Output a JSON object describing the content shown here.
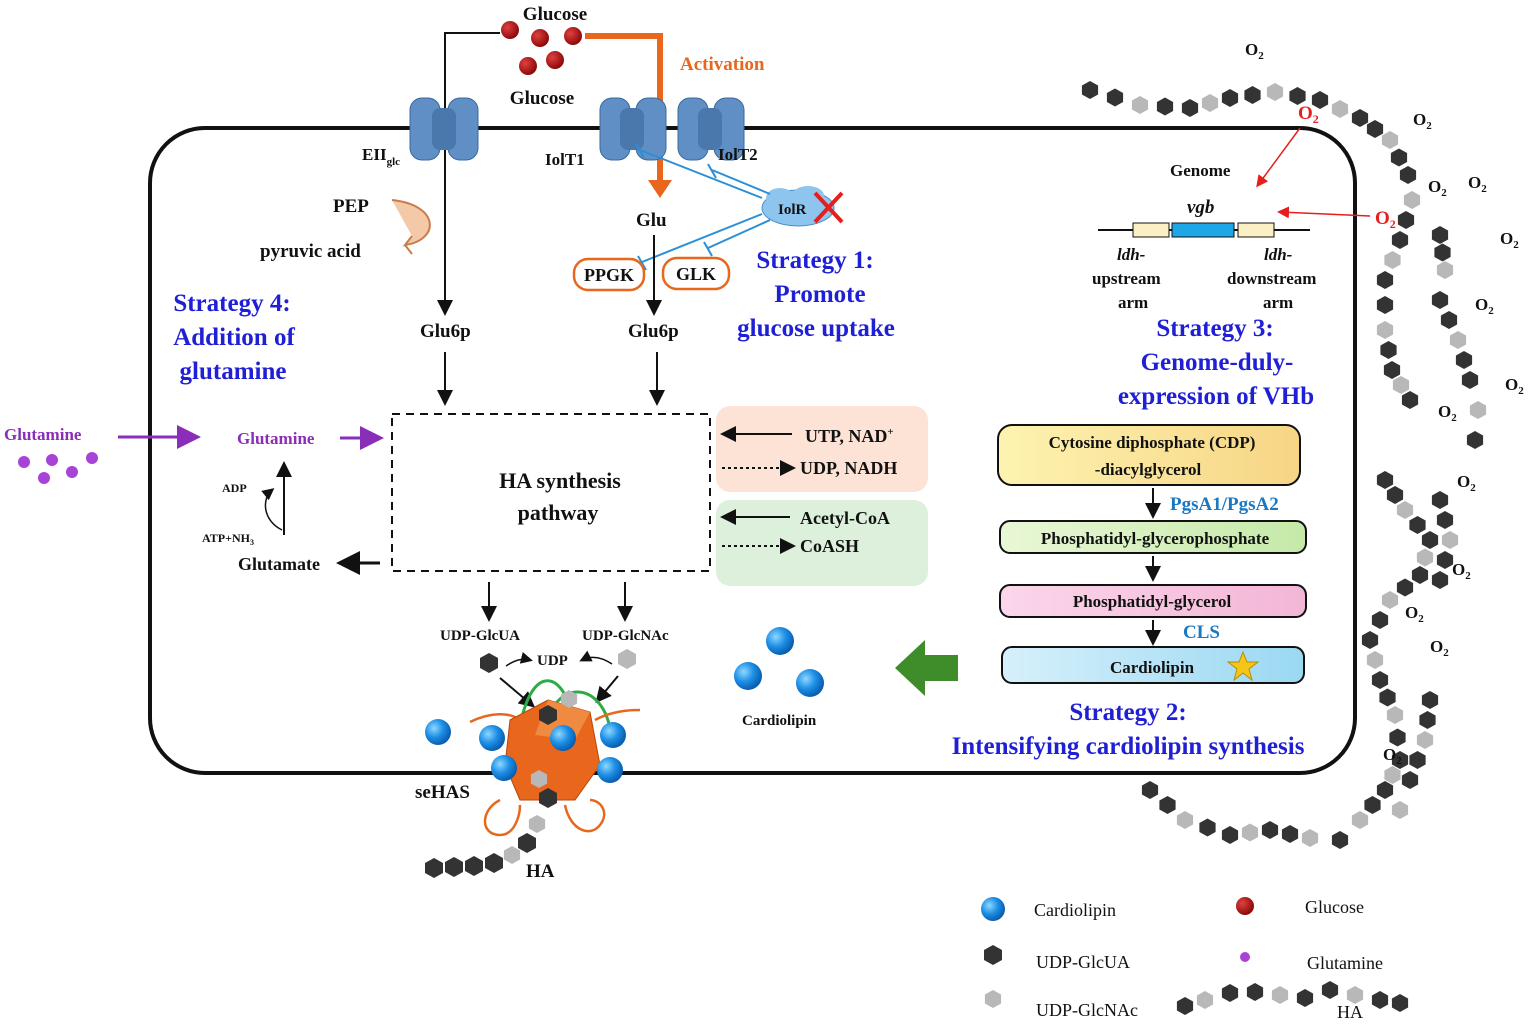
{
  "labels": {
    "glucose_top": "Glucose",
    "glucose_below": "Glucose",
    "activation": "Activation",
    "eii": "EII",
    "eii_sub": "glc",
    "iolt1": "IolT1",
    "iolt2": "IolT2",
    "iolr": "IolR",
    "pep": "PEP",
    "pyruvic": "pyruvic acid",
    "glu": "Glu",
    "ppgk": "PPGK",
    "glk": "GLK",
    "glu6p_left": "Glu6p",
    "glu6p_right": "Glu6p",
    "glutamine_ext": "Glutamine",
    "glutamine_int": "Glutamine",
    "adp": "ADP",
    "atp": "ATP+NH",
    "atp_sub": "3",
    "glutamate": "Glutamate",
    "ha_path_1": "HA synthesis",
    "ha_path_2": "pathway",
    "utp": "UTP, NAD",
    "utp_sup": "+",
    "udp_nadh": "UDP, NADH",
    "acetyl": "Acetyl-CoA",
    "coash": "CoASH",
    "udp_glcua": "UDP-GlcUA",
    "udp_glcnac": "UDP-GlcNAc",
    "udp": "UDP",
    "sehas": "seHAS",
    "ha": "HA",
    "cardiolipin_cell": "Cardiolipin",
    "genome": "Genome",
    "vgb": "vgb",
    "ldh_up_1": "ldh-",
    "ldh_up_2": "upstream",
    "ldh_up_3": "arm",
    "ldh_down_1": "ldh-",
    "ldh_down_2": "downstream",
    "ldh_down_3": "arm",
    "cdp_1": "Cytosine diphosphate (CDP)",
    "cdp_2": "-diacylglycerol",
    "pgsa": "PgsA1/PgsA2",
    "pgp": "Phosphatidyl-glycerophosphate",
    "pg": "Phosphatidyl-glycerol",
    "cls": "CLS",
    "cardiolipin_box": "Cardiolipin",
    "o2": "O",
    "o2_sub": "2"
  },
  "strategies": {
    "s1_1": "Strategy 1:",
    "s1_2": "Promote",
    "s1_3": "glucose uptake",
    "s2_1": "Strategy 2:",
    "s2_2": "Intensifying cardiolipin synthesis",
    "s3_1": "Strategy 3:",
    "s3_2": "Genome-duly-",
    "s3_3": "expression of VHb",
    "s4_1": "Strategy 4:",
    "s4_2": "Addition of",
    "s4_3": "glutamine"
  },
  "legend": {
    "cardiolipin": "Cardiolipin",
    "glucose": "Glucose",
    "udp_glcua": "UDP-GlcUA",
    "glutamine": "Glutamine",
    "udp_glcnac": "UDP-GlcNAc",
    "ha": "HA"
  },
  "colors": {
    "strategy_text": "#1f1fd6",
    "enzyme_text": "#1a78c2",
    "glutamine": "#8a2db8",
    "glucose": "#b01515",
    "activation": "#e8671d",
    "cardiolipin": "#1c8fe6",
    "oxygen_red": "#e61e1e"
  }
}
